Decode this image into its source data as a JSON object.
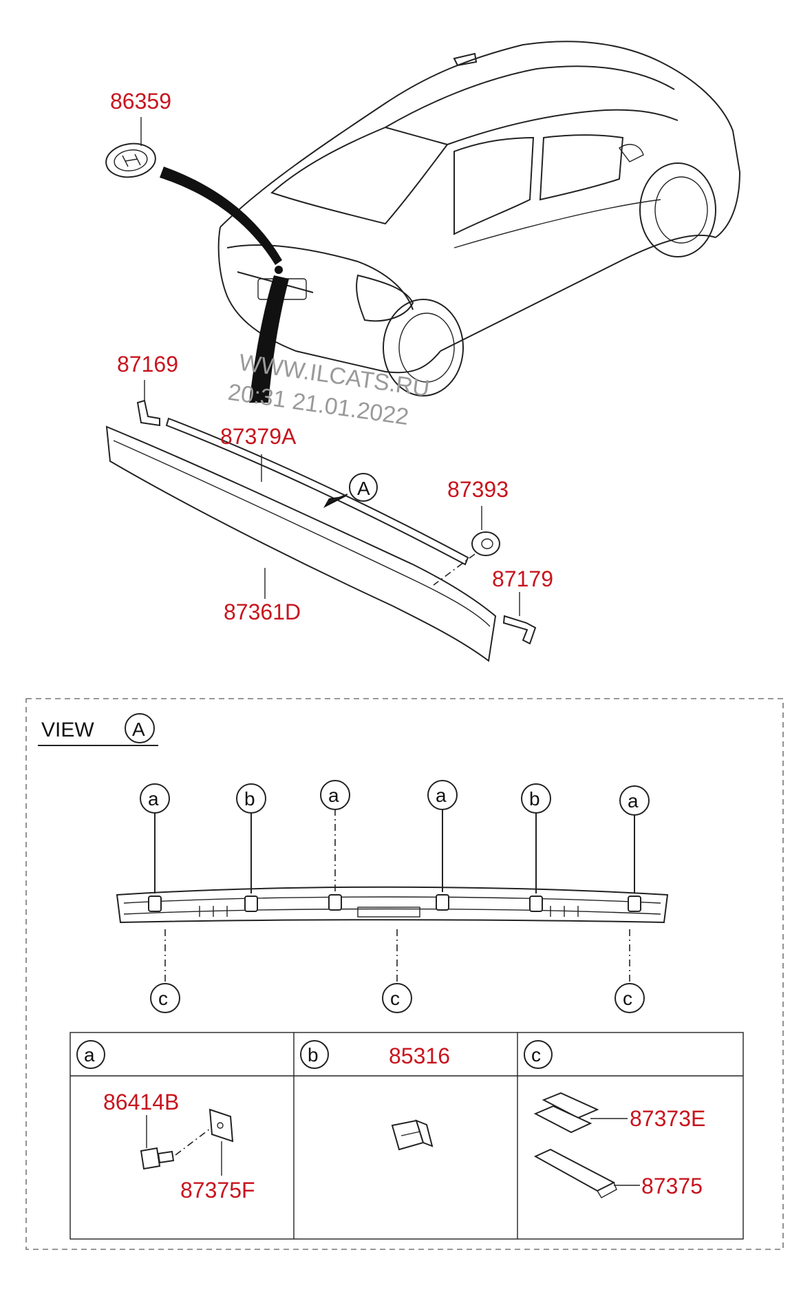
{
  "part_labels": {
    "p86359": "86359",
    "p87169": "87169",
    "p87379A": "87379A",
    "p87393": "87393",
    "p87179": "87179",
    "p87361D": "87361D",
    "p85316": "85316",
    "p86414B": "86414B",
    "p87375F": "87375F",
    "p87373E": "87373E",
    "p87375": "87375"
  },
  "watermark": {
    "line1": "WWW.ILCATS.RU",
    "line2": "20:31 21.01.2022"
  },
  "view": {
    "title": "VIEW",
    "ref": "A"
  },
  "callouts": {
    "a": "a",
    "b": "b",
    "c": "c",
    "A": "A"
  },
  "colors": {
    "label_red": "#c8141e",
    "line_black": "#222222"
  }
}
